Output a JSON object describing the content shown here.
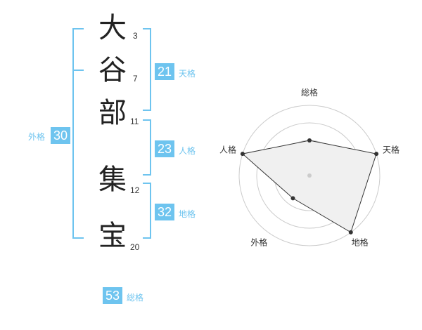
{
  "characters": [
    {
      "char": "大",
      "strokes": "3"
    },
    {
      "char": "谷",
      "strokes": "7"
    },
    {
      "char": "部",
      "strokes": "11"
    },
    {
      "char": "集",
      "strokes": "12"
    },
    {
      "char": "宝",
      "strokes": "20"
    }
  ],
  "scores": {
    "tenkaku": {
      "value": "21",
      "label": "天格"
    },
    "jinkaku": {
      "value": "23",
      "label": "人格"
    },
    "chikaku": {
      "value": "32",
      "label": "地格"
    },
    "gaikaku": {
      "value": "30",
      "label": "外格"
    },
    "soukaku": {
      "value": "53",
      "label": "総格"
    }
  },
  "colors": {
    "accent": "#6ec4ef",
    "fill": "#f0f0f0",
    "grid": "#cccccc"
  },
  "chart_data": {
    "type": "radar",
    "axes": [
      "総格",
      "天格",
      "地格",
      "外格",
      "人格"
    ],
    "values": [
      0.5,
      1.0,
      1.0,
      0.4,
      1.0
    ],
    "rings": 4
  }
}
